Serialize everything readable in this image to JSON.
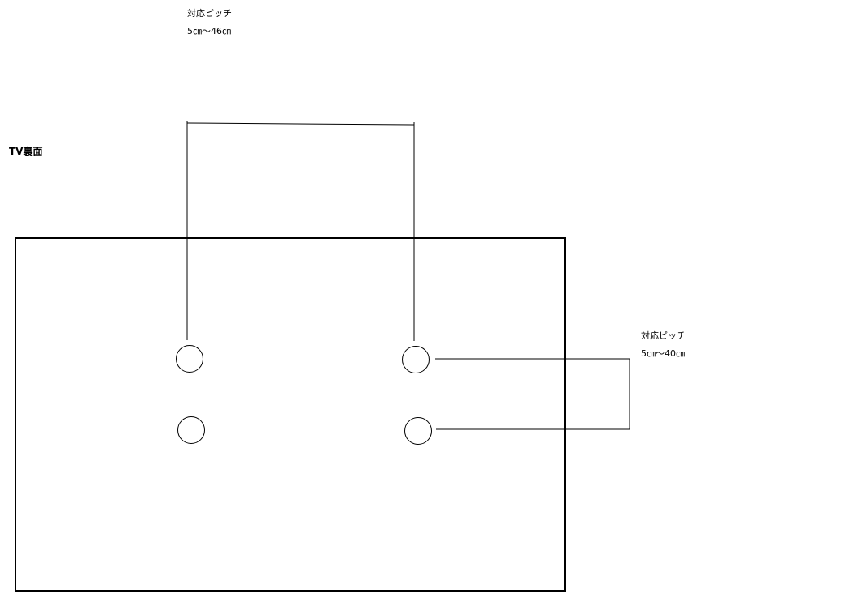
{
  "labels": {
    "tv_back": "TV裏面",
    "horizontal_pitch": {
      "title": "対応ピッチ",
      "range": "5㎝～46㎝"
    },
    "vertical_pitch": {
      "title": "対応ピッチ",
      "range": "5㎝～40㎝"
    }
  },
  "colors": {
    "line": "#000000",
    "background": "#ffffff"
  }
}
